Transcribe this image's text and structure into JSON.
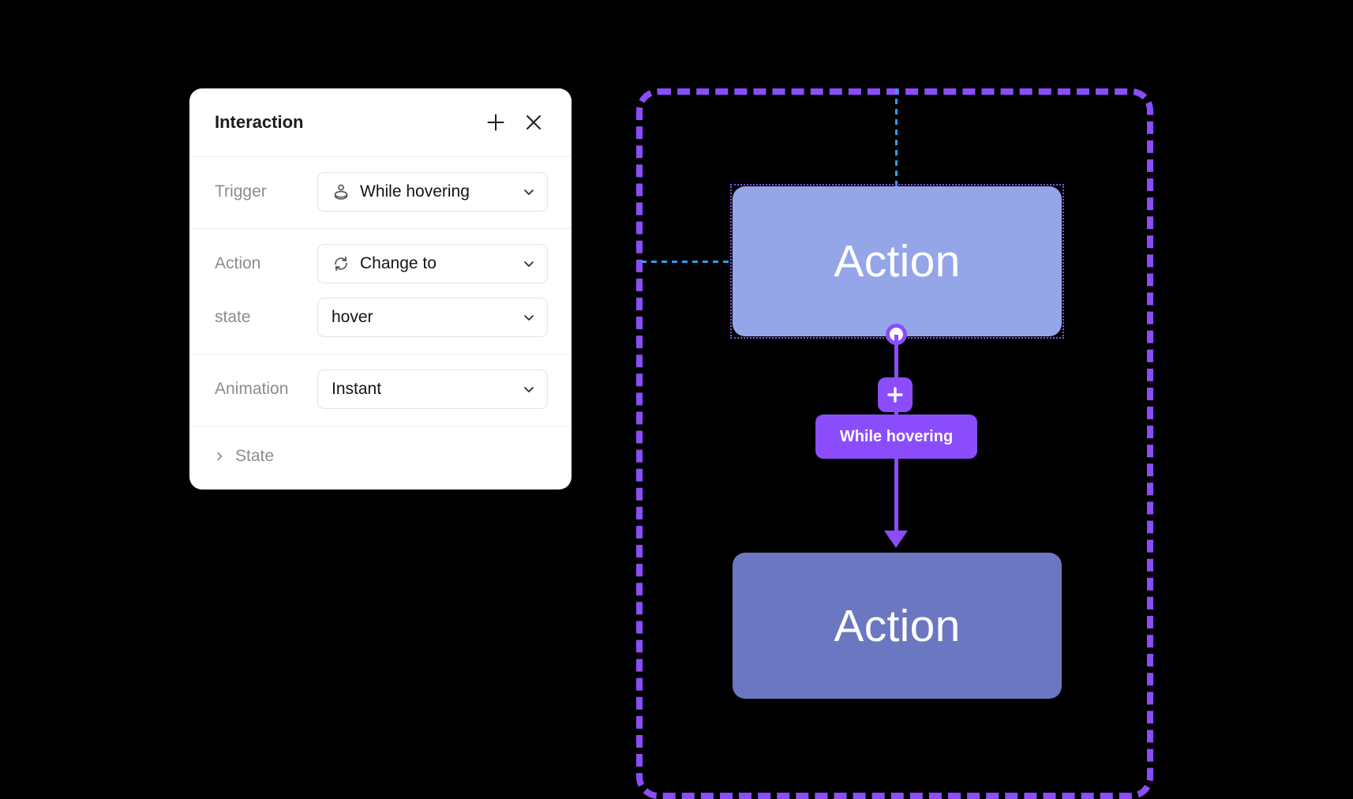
{
  "panel": {
    "title": "Interaction",
    "header_actions": [
      {
        "name": "add-interaction-button",
        "icon": "plus-icon"
      },
      {
        "name": "close-panel-button",
        "icon": "close-icon"
      }
    ],
    "rows": [
      {
        "label": "Trigger",
        "value": "While hovering",
        "icon": "hover-pointer-icon",
        "chevron": "chevron-down-icon"
      },
      {
        "label": "Action",
        "value": "Change to",
        "icon": "change-to-swap-icon",
        "chevron": "chevron-down-icon"
      },
      {
        "label": "state",
        "value": "hover",
        "icon": null,
        "chevron": "chevron-down-icon"
      },
      {
        "label": "Animation",
        "value": "Instant",
        "icon": null,
        "chevron": "chevron-down-icon"
      }
    ],
    "state_section": {
      "label": "State",
      "chevron": "chevron-right-icon",
      "expanded": false
    }
  },
  "canvas": {
    "frame": {
      "name": "selection-frame",
      "border_color": "#8b4dfb",
      "style": "dashed"
    },
    "guides": {
      "color": "#2f9fe8",
      "vertical": "alignment-guide-vertical",
      "horizontal": "alignment-guide-horizontal"
    },
    "nodes": [
      {
        "label": "Action",
        "name": "action-node-default",
        "color": "#94a6e8",
        "selected": true
      },
      {
        "label": "Action",
        "name": "action-node-hover",
        "color": "#6c77c2",
        "selected": false
      }
    ],
    "connector": {
      "badge_label": "While hovering",
      "badge_color": "#8b4dfb",
      "add_button": "plus-icon",
      "handle": "connector-handle",
      "arrow": "connector-arrow"
    }
  }
}
